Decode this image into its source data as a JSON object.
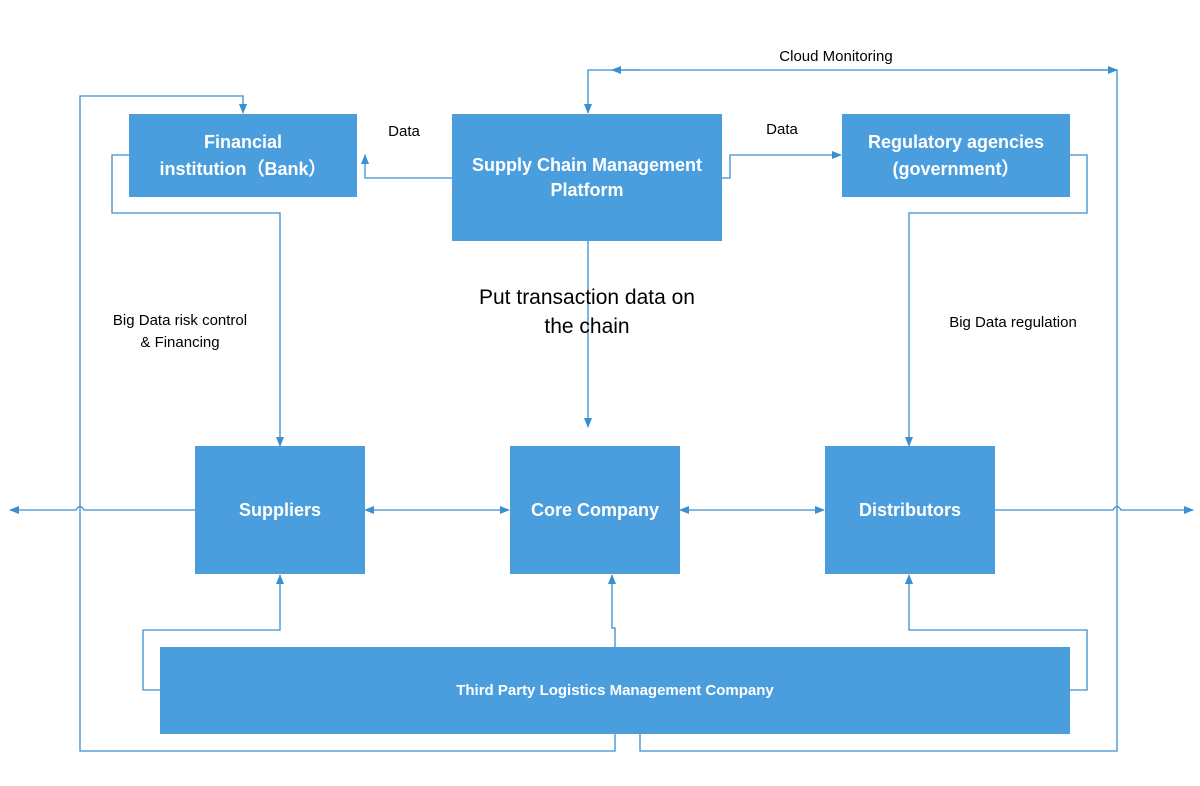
{
  "nodes": {
    "bank": {
      "line1": "Financial",
      "line2": "institution（Bank）"
    },
    "platform": {
      "line1": "Supply Chain  Management",
      "line2": "Platform"
    },
    "regulator": {
      "line1": "Regulatory agencies",
      "line2": "(government）"
    },
    "suppliers": {
      "label": "Suppliers"
    },
    "core": {
      "label": "Core Company"
    },
    "distributors": {
      "label": "Distributors"
    },
    "logistics": {
      "label": "Third Party Logistics Management Company"
    }
  },
  "edges": {
    "cloud_monitoring": "Cloud Monitoring",
    "data_left": "Data",
    "data_right": "Data",
    "put_on_chain_line1": "Put transaction data on",
    "put_on_chain_line2": "the chain",
    "risk_control_line1": "Big Data risk control",
    "risk_control_line2": "& Financing",
    "regulation": "Big Data regulation"
  },
  "colors": {
    "box_fill": "#4a9ede",
    "line": "#3a8fd0",
    "box_text": "#ffffff"
  }
}
